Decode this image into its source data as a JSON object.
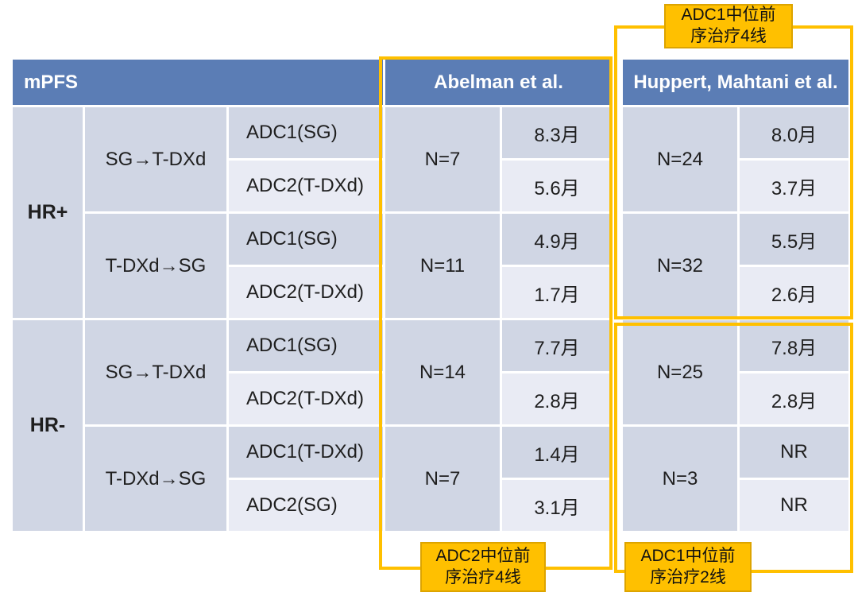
{
  "chart_data": {
    "type": "table",
    "corner_header": "mPFS",
    "study_headers": [
      "Abelman et al.",
      "Huppert, Mahtani et al."
    ],
    "groups": [
      {
        "hr": "HR+",
        "sequences": [
          {
            "sequence": "SG→T-DXd",
            "abelman_n": "N=7",
            "huppert_n": "N=24",
            "rows": [
              {
                "adc": "ADC1(SG)",
                "abelman_mpfs": "8.3月",
                "huppert_mpfs": "8.0月"
              },
              {
                "adc": "ADC2(T-DXd)",
                "abelman_mpfs": "5.6月",
                "huppert_mpfs": "3.7月"
              }
            ]
          },
          {
            "sequence": "T-DXd→SG",
            "abelman_n": "N=11",
            "huppert_n": "N=32",
            "rows": [
              {
                "adc": "ADC1(SG)",
                "abelman_mpfs": "4.9月",
                "huppert_mpfs": "5.5月"
              },
              {
                "adc": "ADC2(T-DXd)",
                "abelman_mpfs": "1.7月",
                "huppert_mpfs": "2.6月"
              }
            ]
          }
        ]
      },
      {
        "hr": "HR-",
        "sequences": [
          {
            "sequence": "SG→T-DXd",
            "abelman_n": "N=14",
            "huppert_n": "N=25",
            "rows": [
              {
                "adc": "ADC1(SG)",
                "abelman_mpfs": "7.7月",
                "huppert_mpfs": "7.8月"
              },
              {
                "adc": "ADC2(T-DXd)",
                "abelman_mpfs": "2.8月",
                "huppert_mpfs": "2.8月"
              }
            ]
          },
          {
            "sequence": "T-DXd→SG",
            "abelman_n": "N=7",
            "huppert_n": "N=3",
            "rows": [
              {
                "adc": "ADC1(T-DXd)",
                "abelman_mpfs": "1.4月",
                "huppert_mpfs": "NR"
              },
              {
                "adc": "ADC2(SG)",
                "abelman_mpfs": "3.1月",
                "huppert_mpfs": "NR"
              }
            ]
          }
        ]
      }
    ],
    "annotations": {
      "top": {
        "line1": "ADC1中位前",
        "line2": "序治疗4线"
      },
      "bottom_left": {
        "line1": "ADC2中位前",
        "line2": "序治疗4线"
      },
      "bottom_right": {
        "line1": "ADC1中位前",
        "line2": "序治疗2线"
      }
    }
  },
  "colors": {
    "header_blue": "#5b7db5",
    "header_text": "#ffffff",
    "cell_dark": "#d0d6e4",
    "cell_light": "#e9ebf4",
    "highlight_gold": "#ffc000",
    "text_dark": "#1f1f1f"
  }
}
